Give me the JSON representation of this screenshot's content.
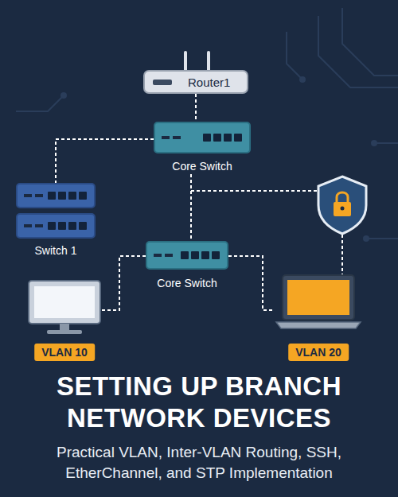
{
  "diagram": {
    "title": "SETTING UP BRANCH NETWORK DEVICES",
    "caption": "Practical VLAN, Inter-VLAN Routing, SSH, EtherChannel, and STP Implementation",
    "nodes": [
      {
        "text": [
          "Router1"
        ]
      },
      {
        "text": [
          "Core Switch"
        ]
      },
      {
        "text": [
          "Switch 1"
        ]
      },
      {
        "text": [
          "Core Switch"
        ]
      },
      {
        "text": [
          "VLAN 10"
        ]
      },
      {
        "text": [
          "VLAN 20"
        ]
      }
    ],
    "edges": [
      {
        "from": 0,
        "to": 1,
        "arrow": "none"
      },
      {
        "from": 1,
        "to": 2,
        "arrow": "none"
      },
      {
        "from": 1,
        "to": 3,
        "arrow": "none"
      },
      {
        "from": 1,
        "to": 5,
        "arrow": "none"
      },
      {
        "from": 3,
        "to": 4,
        "arrow": "none"
      },
      {
        "from": 3,
        "to": 5,
        "arrow": "none"
      }
    ]
  }
}
